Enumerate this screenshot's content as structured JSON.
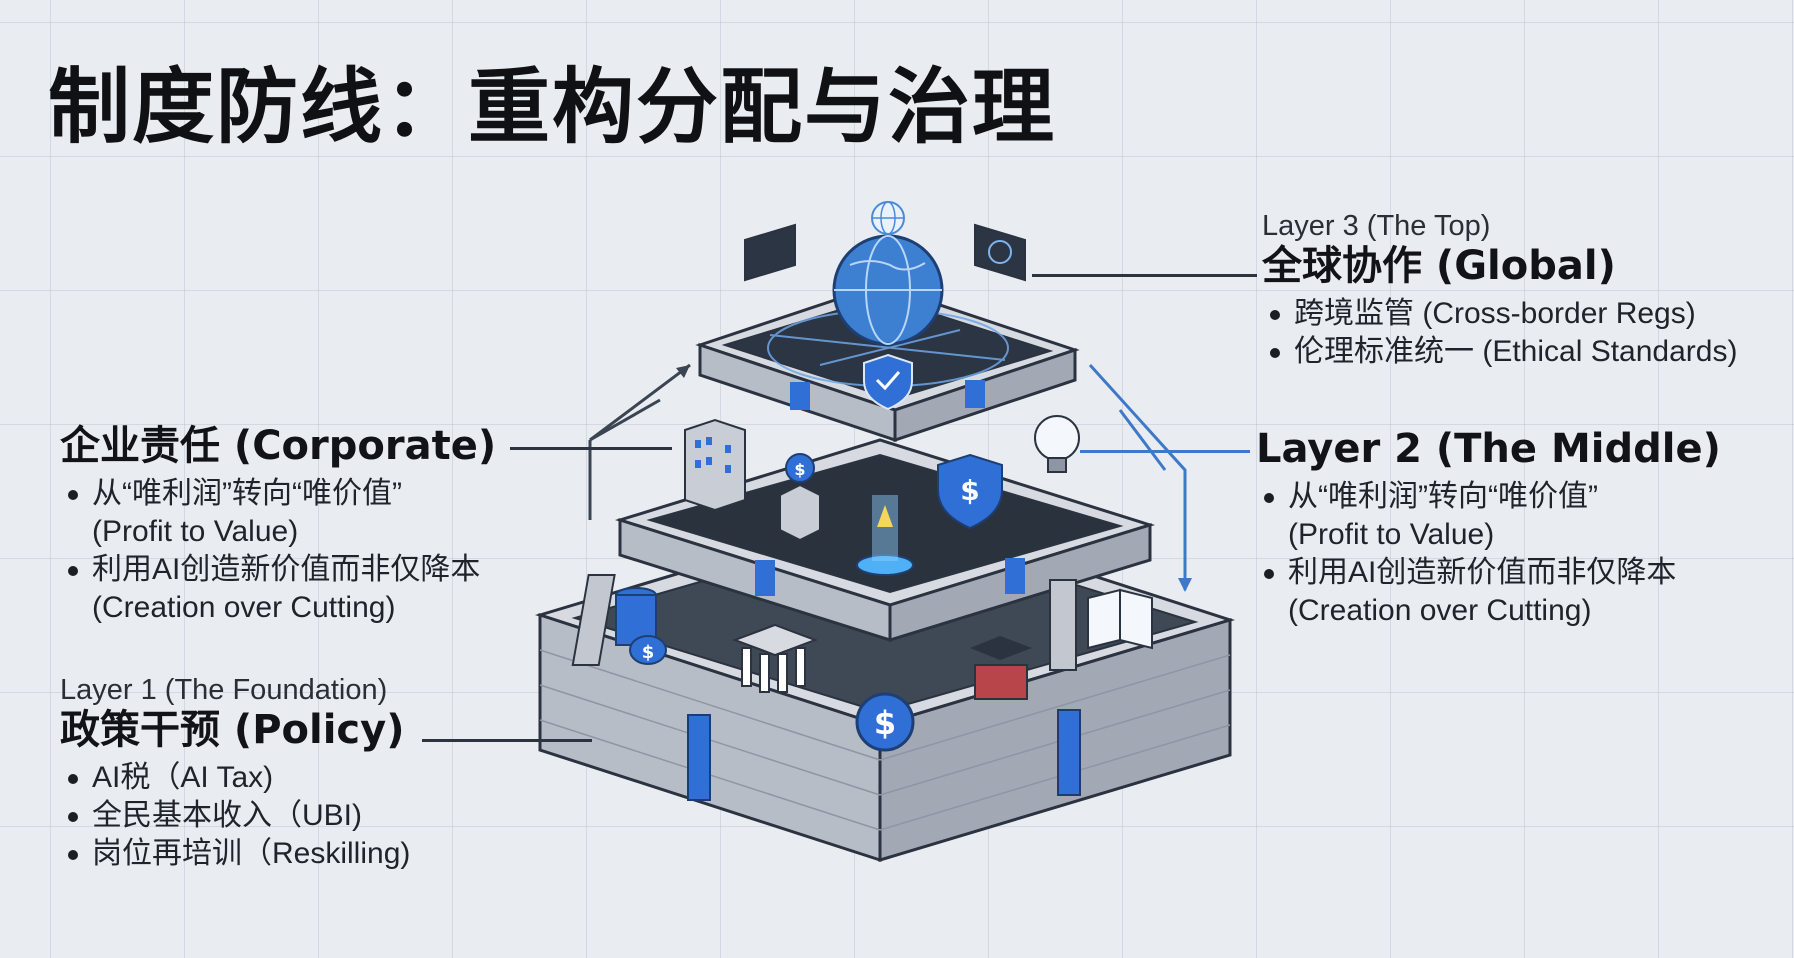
{
  "title": "制度防线：重构分配与治理",
  "layers": {
    "top": {
      "sub": "Layer 3 (The Top)",
      "heading": "全球协作 (Global)",
      "bullets": [
        "跨境监管 (Cross-border Regs)",
        "伦理标准统一 (Ethical Standards)"
      ]
    },
    "middle": {
      "heading": "Layer 2 (The Middle)",
      "bullets": [
        {
          "zh": "从“唯利润”转向“唯价值”",
          "en": "(Profit to Value)"
        },
        {
          "zh": "利用AI创造新价值而非仅降本",
          "en": "(Creation over Cutting)"
        }
      ]
    },
    "corporate": {
      "heading": "企业责任 (Corporate)",
      "bullets": [
        {
          "zh": "从“唯利润”转向“唯价值”",
          "en": "(Profit to Value)"
        },
        {
          "zh": "利用AI创造新价值而非仅降本",
          "en": "(Creation over Cutting)"
        }
      ]
    },
    "foundation": {
      "sub": "Layer 1 (The Foundation)",
      "heading": "政策干预 (Policy)",
      "bullets": [
        "AI税（AI Tax)",
        "全民基本收入（UBI)",
        "岗位再培训（Reskilling)"
      ]
    }
  },
  "icons": [
    "globe-icon",
    "shield-check-icon",
    "dollar-shield-icon",
    "lightbulb-icon",
    "building-icon",
    "bank-icon",
    "coin-stack-icon",
    "graduation-cap-icon",
    "book-icon",
    "monitor-icon",
    "dollar-coin-icon"
  ],
  "colors": {
    "accent": "#2f6fd6",
    "stone": "#c9ced6",
    "dark": "#2b3340"
  }
}
